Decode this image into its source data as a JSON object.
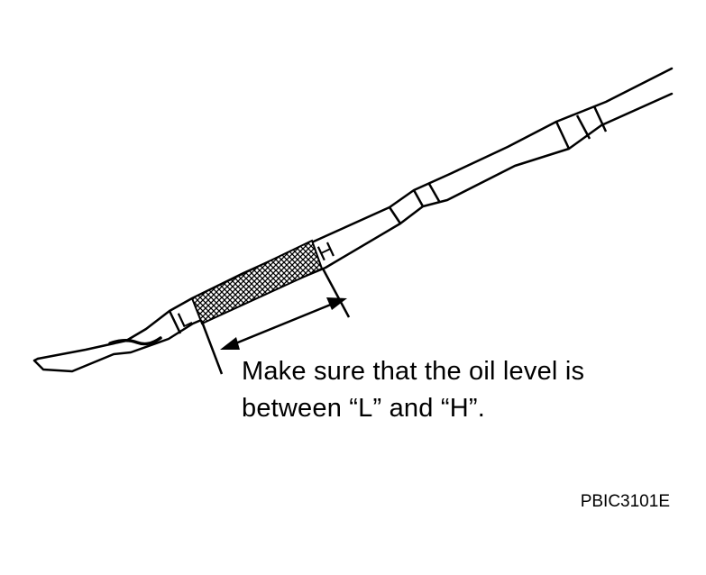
{
  "labels": {
    "low_mark": "L",
    "high_mark": "H"
  },
  "caption": {
    "line1": "Make sure that the oil level is",
    "line2": "between “L” and “H”."
  },
  "figure_code": "PBIC3101E",
  "colors": {
    "ink": "#000000",
    "paper": "#ffffff"
  }
}
